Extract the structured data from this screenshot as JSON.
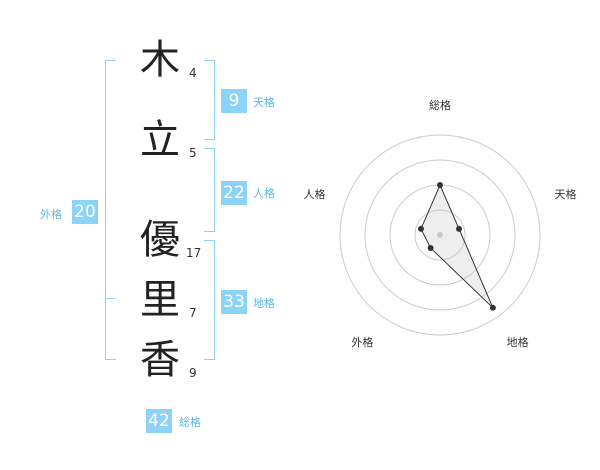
{
  "name_chars": [
    {
      "char": "木",
      "strokes": "4"
    },
    {
      "char": "立",
      "strokes": "5"
    },
    {
      "char": "優",
      "strokes": "17"
    },
    {
      "char": "里",
      "strokes": "7"
    },
    {
      "char": "香",
      "strokes": "9"
    }
  ],
  "kaku": {
    "tenkaku": {
      "label": "天格",
      "value": "9"
    },
    "jinkaku": {
      "label": "人格",
      "value": "22"
    },
    "chikaku": {
      "label": "地格",
      "value": "33"
    },
    "gaikaku": {
      "label": "外格",
      "value": "20"
    },
    "soukaku": {
      "label": "総格",
      "value": "42"
    }
  },
  "colors": {
    "accent": "#8cd3f7",
    "label": "#5bb8e6"
  },
  "chart_data": {
    "type": "radar",
    "axes": [
      "総格",
      "天格",
      "地格",
      "外格",
      "人格"
    ],
    "values": [
      2.5,
      1.0,
      4.5,
      0.8,
      1.0
    ],
    "max": 5,
    "rings": 4
  }
}
